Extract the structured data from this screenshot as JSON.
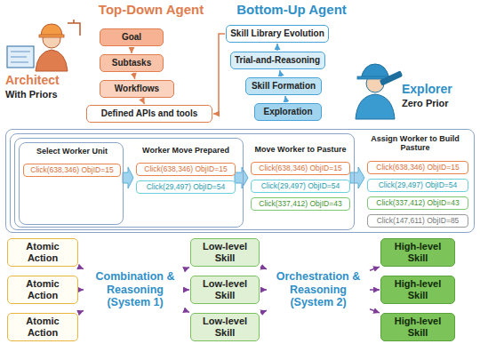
{
  "diagram": {
    "nodes": [
      {
        "text": [
          "Goal"
        ]
      },
      {
        "text": [
          "Subtasks"
        ]
      },
      {
        "text": [
          "Workflows"
        ]
      },
      {
        "text": [
          "Defined APIs and tools"
        ]
      },
      {
        "text": [
          "Skill Library Evolution"
        ]
      },
      {
        "text": [
          "Trial-and-Reasoning"
        ]
      },
      {
        "text": [
          "Skill Formation"
        ]
      },
      {
        "text": [
          "Exploration"
        ]
      },
      {
        "text": [
          "Assign Worker to Build Pasture"
        ]
      },
      {
        "text": [
          "Move Worker to Pasture"
        ],
        "in": 8
      },
      {
        "text": [
          "Worker Move Prepared"
        ],
        "in": 9
      },
      {
        "text": [
          "Select Worker Unit"
        ],
        "in": 10
      },
      {
        "text": [
          "Click(638,346) ObjID=15"
        ],
        "in": 11
      },
      {
        "text": [
          "Click(638,346) ObjID=15"
        ],
        "in": 10
      },
      {
        "text": [
          "Click(29,497) ObjID=54"
        ],
        "in": 10
      },
      {
        "text": [
          "Click(638,346) ObjID=15"
        ],
        "in": 9
      },
      {
        "text": [
          "Click(29,497) ObjID=54"
        ],
        "in": 9
      },
      {
        "text": [
          "Click(337,412) ObjID=43"
        ],
        "in": 9
      },
      {
        "text": [
          "Click(638,346) ObjID=15"
        ],
        "in": 8
      },
      {
        "text": [
          "Click(29,497) ObjID=54"
        ],
        "in": 8
      },
      {
        "text": [
          "Click(337,412) ObjID=43"
        ],
        "in": 8
      },
      {
        "text": [
          "Click(147,611) ObjID=85"
        ],
        "in": 8
      },
      {
        "text": [
          "Atomic Action"
        ]
      },
      {
        "text": [
          "Atomic Action"
        ]
      },
      {
        "text": [
          "Atomic Action"
        ]
      },
      {
        "text": [
          "Combination & Reasoning (System 1)"
        ]
      },
      {
        "text": [
          "Low-level Skill"
        ]
      },
      {
        "text": [
          "Low-level Skill"
        ]
      },
      {
        "text": [
          "Low-level Skill"
        ]
      },
      {
        "text": [
          "Orchestration & Reasoning (System 2)"
        ]
      },
      {
        "text": [
          "High-level Skill"
        ]
      },
      {
        "text": [
          "High-level Skill"
        ]
      },
      {
        "text": [
          "High-level Skill"
        ]
      }
    ],
    "edges": [
      {
        "from": 0,
        "to": 1,
        "arrow": "to"
      },
      {
        "from": 1,
        "to": 2,
        "arrow": "to"
      },
      {
        "from": 2,
        "to": 3,
        "arrow": "to"
      },
      {
        "from": 7,
        "to": 6,
        "arrow": "to"
      },
      {
        "from": 6,
        "to": 5,
        "arrow": "to"
      },
      {
        "from": 5,
        "to": 4,
        "arrow": "to"
      },
      {
        "from": 4,
        "to": 3,
        "arrow": "to"
      },
      {
        "from": 22,
        "to": 25,
        "arrow": "to"
      },
      {
        "from": 23,
        "to": 25,
        "arrow": "to"
      },
      {
        "from": 24,
        "to": 25,
        "arrow": "to"
      },
      {
        "from": 25,
        "to": 26,
        "arrow": "to"
      },
      {
        "from": 25,
        "to": 27,
        "arrow": "to"
      },
      {
        "from": 25,
        "to": 28,
        "arrow": "to"
      },
      {
        "from": 26,
        "to": 29,
        "arrow": "to"
      },
      {
        "from": 27,
        "to": 29,
        "arrow": "to"
      },
      {
        "from": 28,
        "to": 29,
        "arrow": "to"
      },
      {
        "from": 29,
        "to": 30,
        "arrow": "to"
      },
      {
        "from": 29,
        "to": 31,
        "arrow": "to"
      },
      {
        "from": 29,
        "to": 32,
        "arrow": "to"
      }
    ],
    "labels": [
      "Top-Down Agent",
      "Bottom-Up Agent",
      "Architect",
      "With Priors",
      "Explorer",
      "Zero Prior"
    ]
  }
}
